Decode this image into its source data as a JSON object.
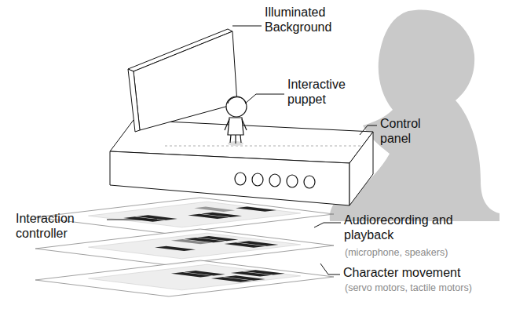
{
  "diagram": {
    "labels": [
      "Illuminated Background",
      "Interactive puppet",
      "Control panel",
      "Interaction controller",
      "Audiorecording and playback",
      "(microphone, speakers)",
      "Character movement",
      "(servo motors, tactile motors)"
    ]
  }
}
